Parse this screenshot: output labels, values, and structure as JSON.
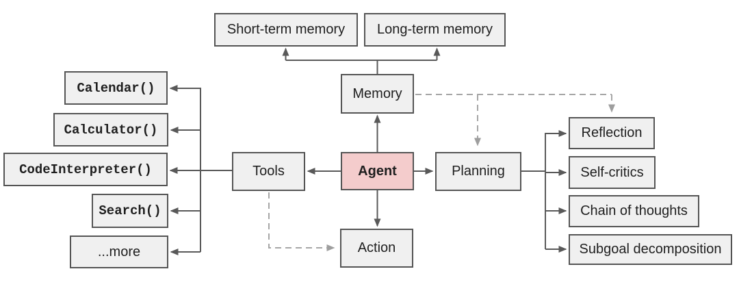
{
  "diagram": {
    "nodes": {
      "short_term_memory": {
        "label": "Short-term memory"
      },
      "long_term_memory": {
        "label": "Long-term memory"
      },
      "memory": {
        "label": "Memory"
      },
      "agent": {
        "label": "Agent"
      },
      "tools": {
        "label": "Tools"
      },
      "action": {
        "label": "Action"
      },
      "planning": {
        "label": "Planning"
      },
      "calendar": {
        "label": "Calendar()"
      },
      "calculator": {
        "label": "Calculator()"
      },
      "code_interpreter": {
        "label": "CodeInterpreter()"
      },
      "search": {
        "label": "Search()"
      },
      "more": {
        "label": "...more"
      },
      "reflection": {
        "label": "Reflection"
      },
      "self_critics": {
        "label": "Self-critics"
      },
      "chain_of_thoughts": {
        "label": "Chain of thoughts"
      },
      "subgoal_decomposition": {
        "label": "Subgoal decomposition"
      }
    },
    "edges": [
      {
        "from": "memory",
        "to": "short_term_memory",
        "style": "solid"
      },
      {
        "from": "memory",
        "to": "long_term_memory",
        "style": "solid"
      },
      {
        "from": "agent",
        "to": "memory",
        "style": "solid"
      },
      {
        "from": "agent",
        "to": "tools",
        "style": "solid"
      },
      {
        "from": "agent",
        "to": "planning",
        "style": "solid"
      },
      {
        "from": "agent",
        "to": "action",
        "style": "solid"
      },
      {
        "from": "tools",
        "to": "calendar",
        "style": "solid"
      },
      {
        "from": "tools",
        "to": "calculator",
        "style": "solid"
      },
      {
        "from": "tools",
        "to": "code_interpreter",
        "style": "solid"
      },
      {
        "from": "tools",
        "to": "search",
        "style": "solid"
      },
      {
        "from": "tools",
        "to": "more",
        "style": "solid"
      },
      {
        "from": "planning",
        "to": "reflection",
        "style": "solid"
      },
      {
        "from": "planning",
        "to": "self_critics",
        "style": "solid"
      },
      {
        "from": "planning",
        "to": "chain_of_thoughts",
        "style": "solid"
      },
      {
        "from": "planning",
        "to": "subgoal_decomposition",
        "style": "solid"
      },
      {
        "from": "memory",
        "to": "planning",
        "style": "dashed"
      },
      {
        "from": "memory",
        "to": "reflection",
        "style": "dashed"
      },
      {
        "from": "tools",
        "to": "action",
        "style": "dashed"
      }
    ],
    "colors": {
      "background": "#ffffff",
      "node_fill": "#f0f0f0",
      "agent_fill": "#f4cccc",
      "node_border": "#545454",
      "solid_connector": "#595959",
      "dashed_connector": "#a6a6a6",
      "text": "#1e1e1e"
    }
  }
}
